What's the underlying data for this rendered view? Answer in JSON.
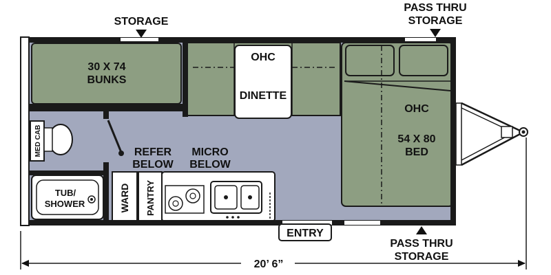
{
  "colors": {
    "wall": "#1a1a1a",
    "floor": "#a2a8bd",
    "furniture": "#8d9e82",
    "white": "#ffffff",
    "ink": "#111111"
  },
  "callouts": {
    "storage_top": "STORAGE",
    "pass_thru_top_1": "PASS THRU",
    "pass_thru_top_2": "STORAGE",
    "pass_thru_bottom_1": "PASS THRU",
    "pass_thru_bottom_2": "STORAGE"
  },
  "rooms": {
    "bunks_line1": "30 X 74",
    "bunks_line2": "BUNKS",
    "ohc_dinette": "OHC",
    "dinette": "DINETTE",
    "ohc_bed": "OHC",
    "bed_line1": "54 X 80",
    "bed_line2": "BED",
    "med_cab": "MED CAB",
    "tub_line1": "TUB/",
    "tub_line2": "SHOWER",
    "refer_line1": "REFER",
    "refer_line2": "BELOW",
    "micro_line1": "MICRO",
    "micro_line2": "BELOW",
    "ward": "WARD",
    "pantry": "PANTRY",
    "entry": "ENTRY"
  },
  "dimension": {
    "overall_length": "20’ 6”"
  }
}
